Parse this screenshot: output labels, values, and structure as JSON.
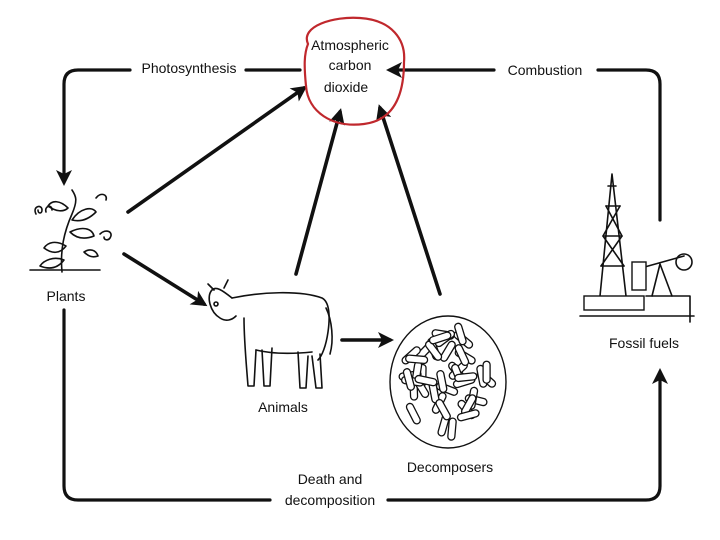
{
  "nodes": {
    "atmosphere": [
      "Atmospheric",
      "carbon",
      "dioxide"
    ],
    "plants": "Plants",
    "animals": "Animals",
    "decomposers": "Decomposers",
    "fossil_fuels": "Fossil fuels"
  },
  "processes": {
    "photosynthesis": "Photosynthesis",
    "combustion": "Combustion",
    "death": [
      "Death and",
      "decomposition"
    ]
  },
  "colors": {
    "ink": "#111111",
    "highlight_circle": "#c0282d",
    "background": "#ffffff"
  }
}
